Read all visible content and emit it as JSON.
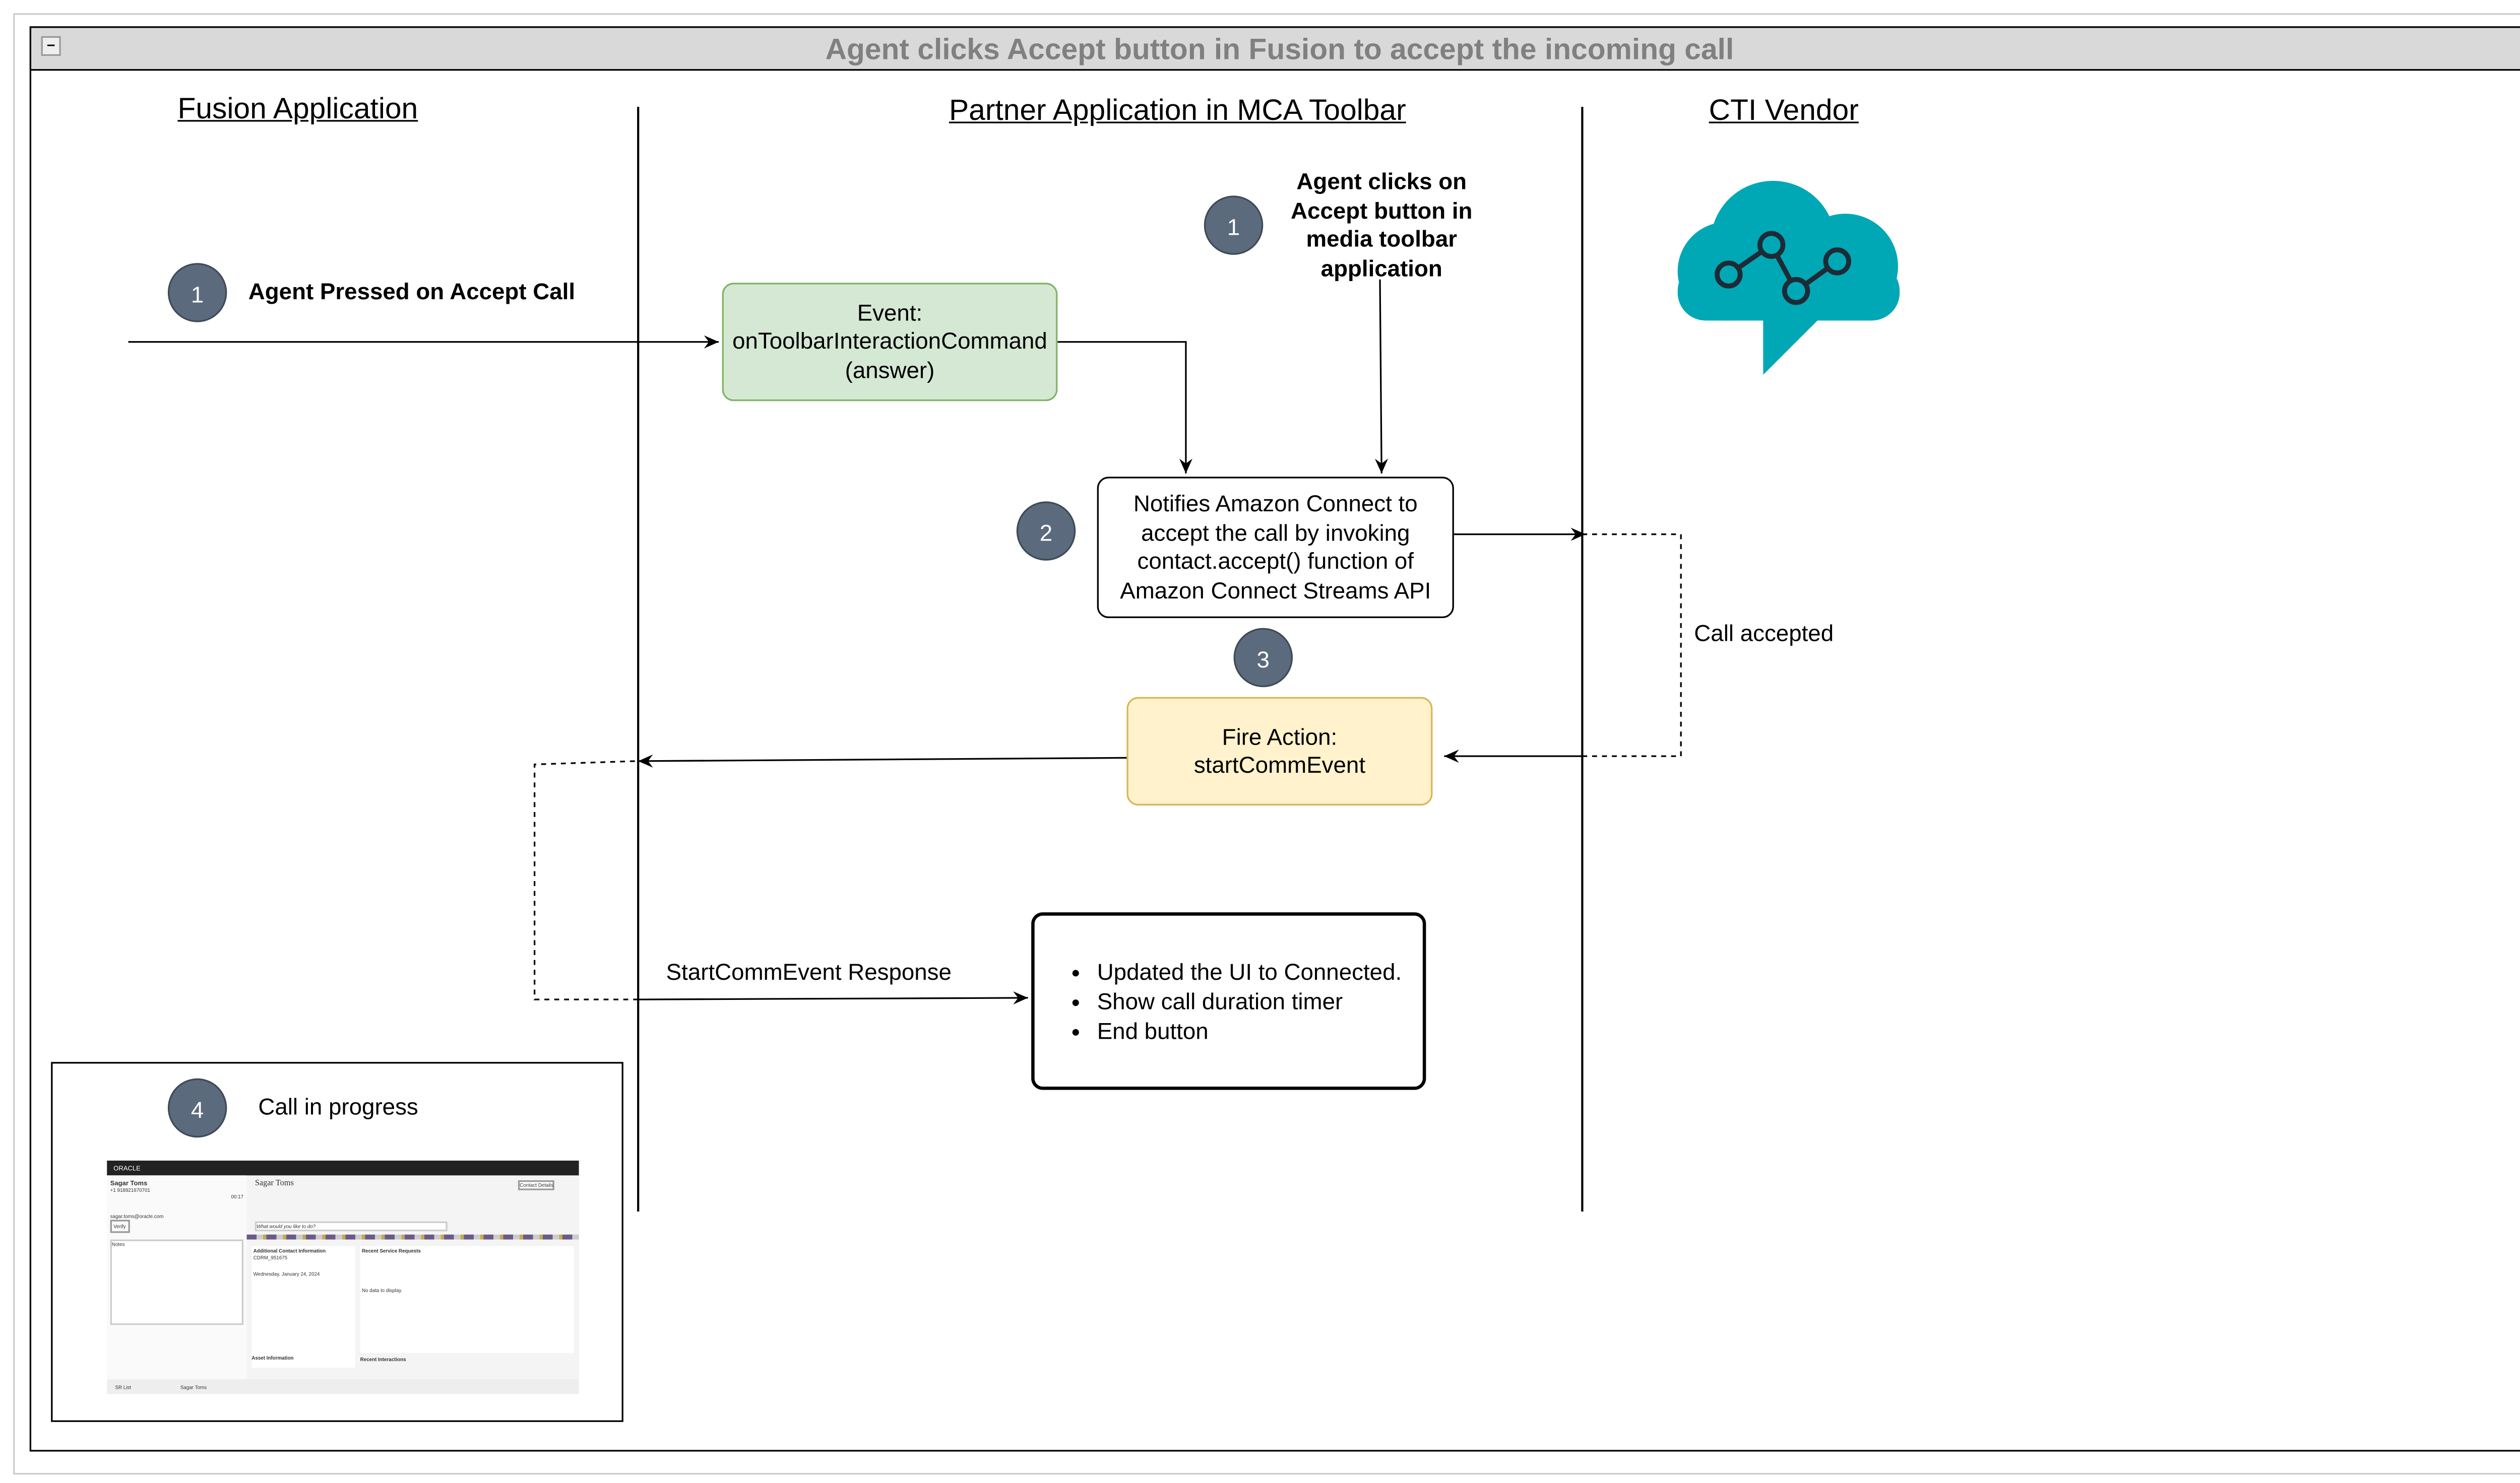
{
  "title": "Agent clicks Accept button in Fusion to accept the incoming call",
  "lanes": {
    "fusion": "Fusion Application",
    "partner": "Partner Application in MCA Toolbar",
    "cti": "CTI Vendor"
  },
  "steps": {
    "s1a": {
      "num": "1",
      "text": "Agent Pressed on Accept Call"
    },
    "s1b": {
      "num": "1",
      "text": "Agent clicks on Accept button in media toolbar application"
    },
    "s2": {
      "num": "2"
    },
    "s3": {
      "num": "3"
    },
    "s4": {
      "num": "4",
      "text": "Call in progress"
    }
  },
  "boxes": {
    "event": "Event: onToolbarInteractionCommand (answer)",
    "notify": "Notifies Amazon Connect to accept the call by invoking contact.accept() function of Amazon Connect Streams API",
    "fire": "Fire Action: startCommEvent",
    "result": [
      "Updated the UI to Connected.",
      "Show call duration timer",
      "End button"
    ]
  },
  "labels": {
    "call_accepted": "Call accepted",
    "response": "StartCommEvent Response"
  },
  "colors": {
    "step": "#5b6a7c",
    "event_fill": "#d5e8d4",
    "event_border": "#82b366",
    "fire_fill": "#fff2cc",
    "fire_border": "#d6b656",
    "cloud": "#00a8b5"
  },
  "icons": {
    "cti": "cloud-network-icon",
    "collapse": "minus-icon"
  },
  "thumbnail": {
    "brand": "ORACLE",
    "contact_name": "Sagar Toms",
    "phone": "+1 918921670701",
    "timer": "00:17",
    "email": "sagar.toms@oracle.com",
    "verify": "Verify",
    "notes": "Notes",
    "contact_details": "Contact Details",
    "prompt": "What would you like to do?",
    "contact_id": "CDRM_951675",
    "contact_since": "Wednesday, January 24, 2024",
    "sections": [
      "Additional Contact Information",
      "Recent Service Requests",
      "Asset Information",
      "Recent Interactions"
    ],
    "no_data": "No data to display.",
    "tabs": [
      "SR List",
      "Sagar Toms"
    ]
  }
}
